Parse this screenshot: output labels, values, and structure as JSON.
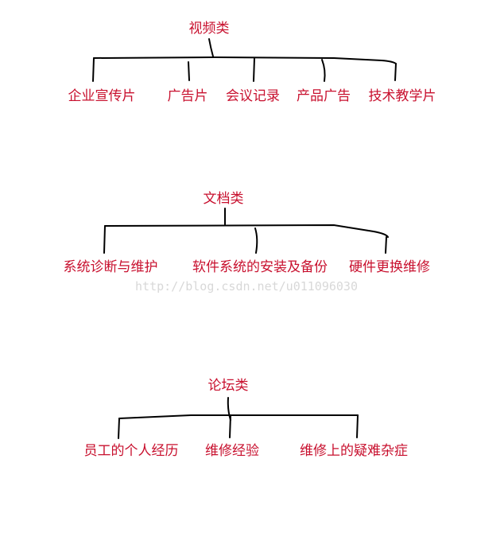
{
  "diagram": {
    "trees": [
      {
        "root": "视频类",
        "children": [
          "企业宣传片",
          "广告片",
          "会议记录",
          "产品广告",
          "技术教学片"
        ]
      },
      {
        "root": "文档类",
        "children": [
          "系统诊断与维护",
          "软件系统的安装及备份",
          "硬件更换维修"
        ]
      },
      {
        "root": "论坛类",
        "children": [
          "员工的个人经历",
          "维修经验",
          "维修上的疑难杂症"
        ]
      }
    ]
  },
  "watermark": "http://blog.csdn.net/u011096030",
  "colors": {
    "label": "#c8102e",
    "line": "#000000",
    "watermark": "#d8d8d8"
  }
}
